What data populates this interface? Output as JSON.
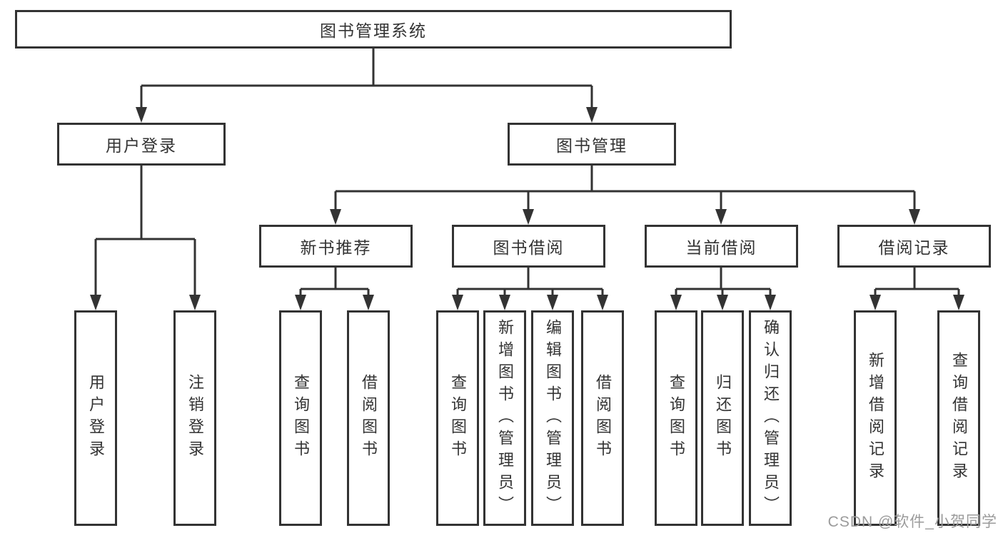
{
  "diagram": {
    "root": {
      "label": "图书管理系统"
    },
    "branches": [
      {
        "label": "用户登录",
        "leaves": [
          {
            "label": "用户登录"
          },
          {
            "label": "注销登录"
          }
        ]
      },
      {
        "label": "图书管理",
        "children": [
          {
            "label": "新书推荐",
            "leaves": [
              {
                "label": "查询图书"
              },
              {
                "label": "借阅图书"
              }
            ]
          },
          {
            "label": "图书借阅",
            "leaves": [
              {
                "label": "查询图书"
              },
              {
                "label": "新增图书（管理员）"
              },
              {
                "label": "编辑图书（管理员）"
              },
              {
                "label": "借阅图书"
              }
            ]
          },
          {
            "label": "当前借阅",
            "leaves": [
              {
                "label": "查询图书"
              },
              {
                "label": "归还图书"
              },
              {
                "label": "确认归还（管理员）"
              }
            ]
          },
          {
            "label": "借阅记录",
            "leaves": [
              {
                "label": "新增借阅记录"
              },
              {
                "label": "查询借阅记录"
              }
            ]
          }
        ]
      }
    ],
    "watermark": "CSDN @软件_小贺同学",
    "colors": {
      "line": "#333333",
      "box_border": "#333333",
      "text": "#333333",
      "watermark_text": "#9b9b9b",
      "background": "#ffffff"
    }
  }
}
